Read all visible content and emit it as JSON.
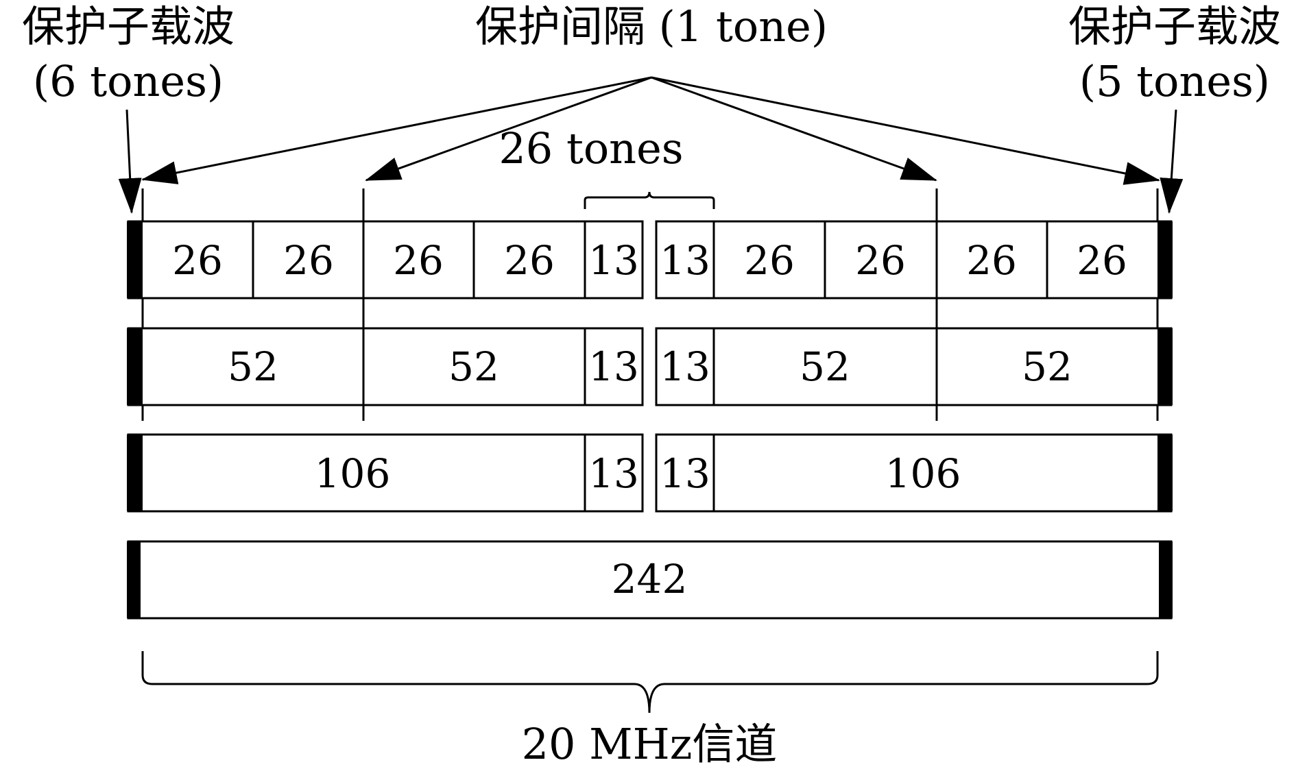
{
  "labels": {
    "guard_left": "保护子载波",
    "guard_left_count": "(6 tones)",
    "guard_interval": "保护间隔 (1 tone)",
    "guard_right": "保护子载波",
    "guard_right_count": "(5 tones)",
    "center_ru": "26 tones",
    "channel": "20 MHz信道"
  },
  "rows": [
    {
      "left": [
        "26",
        "26",
        "26",
        "26",
        "13"
      ],
      "right": [
        "13",
        "26",
        "26",
        "26",
        "26"
      ]
    },
    {
      "left": [
        "52",
        "52",
        "13"
      ],
      "right": [
        "13",
        "52",
        "52"
      ]
    },
    {
      "left": [
        "106",
        "13"
      ],
      "right": [
        "13",
        "106"
      ]
    },
    {
      "full": [
        "242"
      ]
    }
  ]
}
